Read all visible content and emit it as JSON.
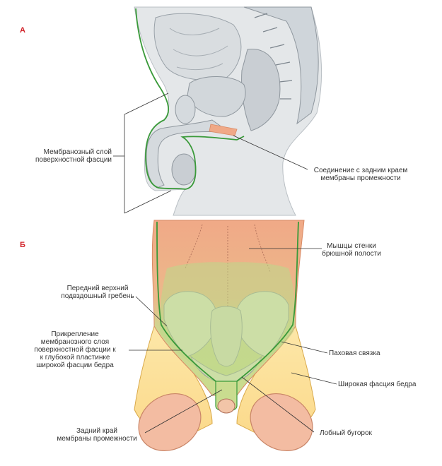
{
  "panels": {
    "a": {
      "letter": "А",
      "labels": {
        "membranous_layer": "Мембранозный слой\nповерхностной фасции",
        "junction": "Соединение с задним краем\nмембраны промежности"
      }
    },
    "b": {
      "letter": "Б",
      "labels": {
        "abdominal_muscles": "Мышцы стенки\nбрюшной полости",
        "asis": "Передний верхний\nподвздошный гребень",
        "attachment": "Прикрепление\nмембранозного слоя\nповерхностной фасции к\nк глубокой пластинке\nширокой фасции бедра",
        "inguinal_ligament": "Паховая связка",
        "fascia_lata": "Широкая фасция бедра",
        "posterior_edge": "Задний край\nмембраны промежности",
        "pubic_tubercle": "Лобный бугорок"
      }
    }
  },
  "colors": {
    "fascia_line": "#3a9a3a",
    "muscle_fill": "#f0a987",
    "fascia_fill": "#fbd98a",
    "green_fill": "#bcd98a",
    "bone_fill": "#dfe4c8",
    "body_fill": "#dfe3e6",
    "letter_red": "#d2232a",
    "leader": "#333333"
  }
}
